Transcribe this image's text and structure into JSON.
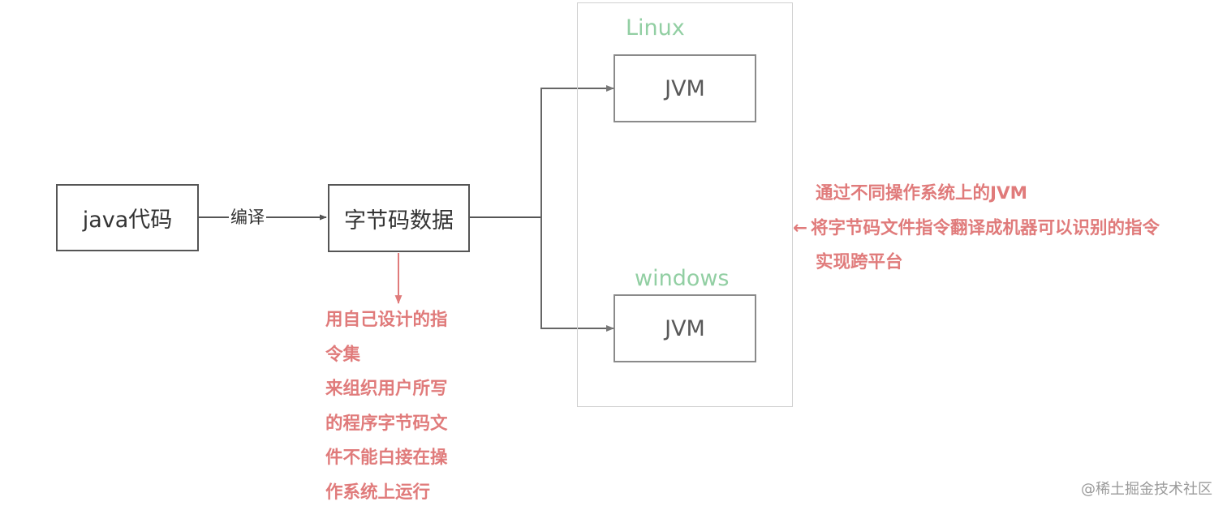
{
  "nodes": {
    "java_code": "java代码",
    "bytecode": "字节码数据",
    "jvm_linux": "JVM",
    "jvm_windows": "JVM"
  },
  "platforms": {
    "linux": "Linux",
    "windows": "windows"
  },
  "edges": {
    "compile": "编译"
  },
  "notes": {
    "bytecode_lines": [
      "用自己设计的指",
      "令集",
      "来组织用户所写",
      "的程序字节码文",
      "件不能白接在操",
      "作系统上运行"
    ],
    "jvm_lines": [
      "通过不同操作系统上的JVM",
      "将字节码文件指令翻译成机器可以识别的指令",
      "实现跨平台"
    ],
    "jvm_arrow": "←"
  },
  "watermark": "@稀土掘金技术社区",
  "colors": {
    "box_border": "#555555",
    "jvm_border": "#8a8a8a",
    "platform_label": "#92cfa3",
    "note_text": "#e07b7b",
    "note_arrow": "#e07b7b",
    "connector": "#555555"
  }
}
